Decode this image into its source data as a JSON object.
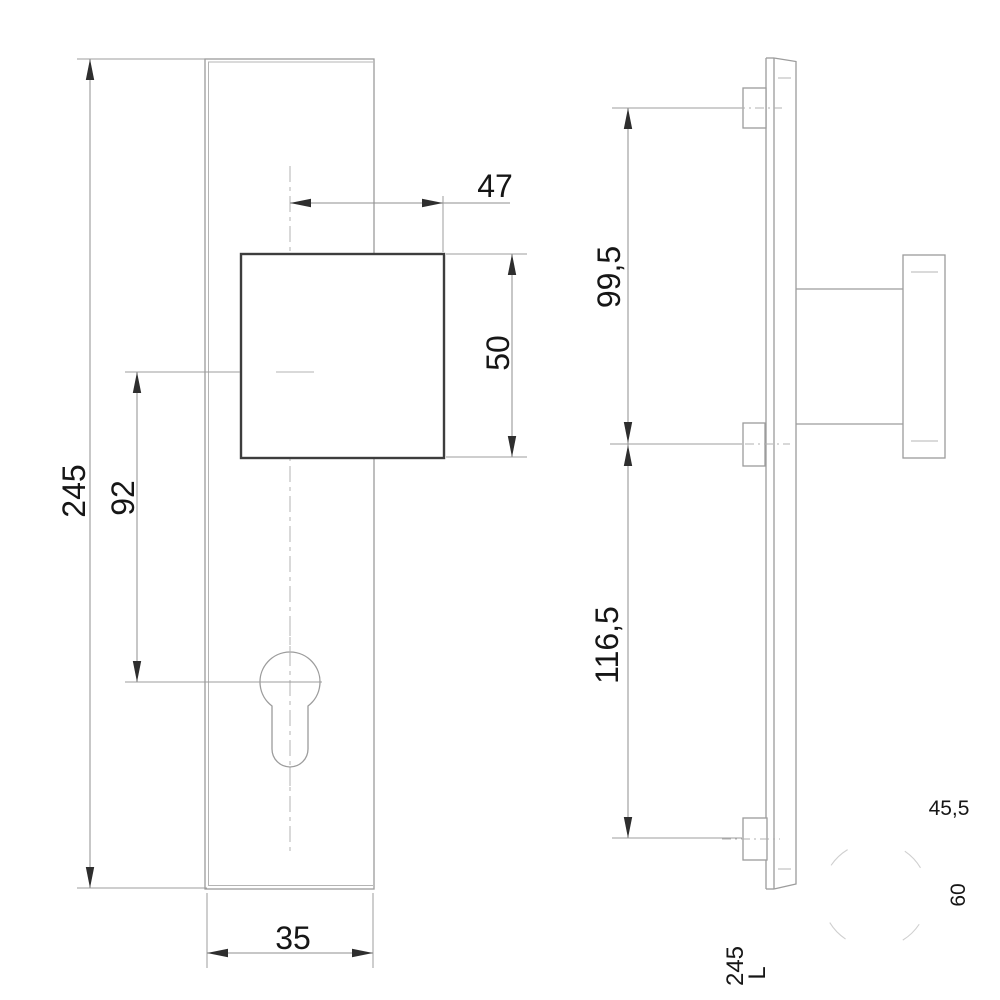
{
  "drawing": {
    "kind": "door-plate-technical-drawing",
    "views": {
      "front": {
        "dims": {
          "plate_height": "245",
          "center_distance": "92",
          "knob_center_to_edge": "47",
          "knob_height": "50",
          "plate_width": "35"
        }
      },
      "side": {
        "dims": {
          "upper_hole_spacing": "99,5",
          "lower_hole_spacing": "116,5"
        }
      },
      "annotations": {
        "projection_depth": "45,5",
        "knob_diameter": "60",
        "plate_length": "245",
        "handing": "L"
      }
    },
    "colors": {
      "outline_gray": "#9c9c9c",
      "knob_outline": "#3d3d3d",
      "arrow": "#2e2e2e",
      "text": "#161616",
      "faint": "#cfcfcf",
      "background": "#ffffff"
    }
  }
}
